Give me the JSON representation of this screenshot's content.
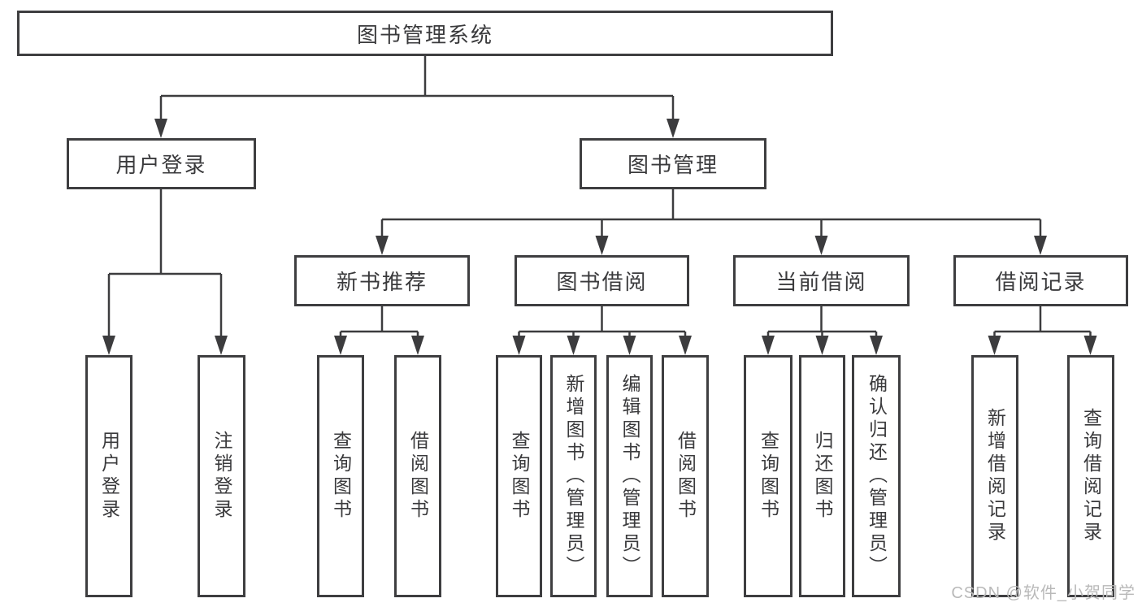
{
  "diagram_title": "图书管理系统",
  "tree": {
    "label": "图书管理系统",
    "children": [
      {
        "label": "用户登录",
        "children": [
          {
            "label": "用户登录"
          },
          {
            "label": "注销登录"
          }
        ]
      },
      {
        "label": "图书管理",
        "children": [
          {
            "label": "新书推荐",
            "children": [
              {
                "label": "查询图书"
              },
              {
                "label": "借阅图书"
              }
            ]
          },
          {
            "label": "图书借阅",
            "children": [
              {
                "label": "查询图书"
              },
              {
                "label": "新增图书（管理员）"
              },
              {
                "label": "编辑图书（管理员）"
              },
              {
                "label": "借阅图书"
              }
            ]
          },
          {
            "label": "当前借阅",
            "children": [
              {
                "label": "查询图书"
              },
              {
                "label": "归还图书"
              },
              {
                "label": "确认归还（管理员）"
              }
            ]
          },
          {
            "label": "借阅记录",
            "children": [
              {
                "label": "新增借阅记录"
              },
              {
                "label": "查询借阅记录"
              }
            ]
          }
        ]
      }
    ]
  },
  "watermark": {
    "text": "CSDN @软件_小贺同学"
  },
  "colors": {
    "line": "#3c3c3e",
    "box_border": "#3e3e40",
    "text": "#3a3a3c",
    "watermark": "#b9b9b9",
    "background": "#ffffff"
  }
}
